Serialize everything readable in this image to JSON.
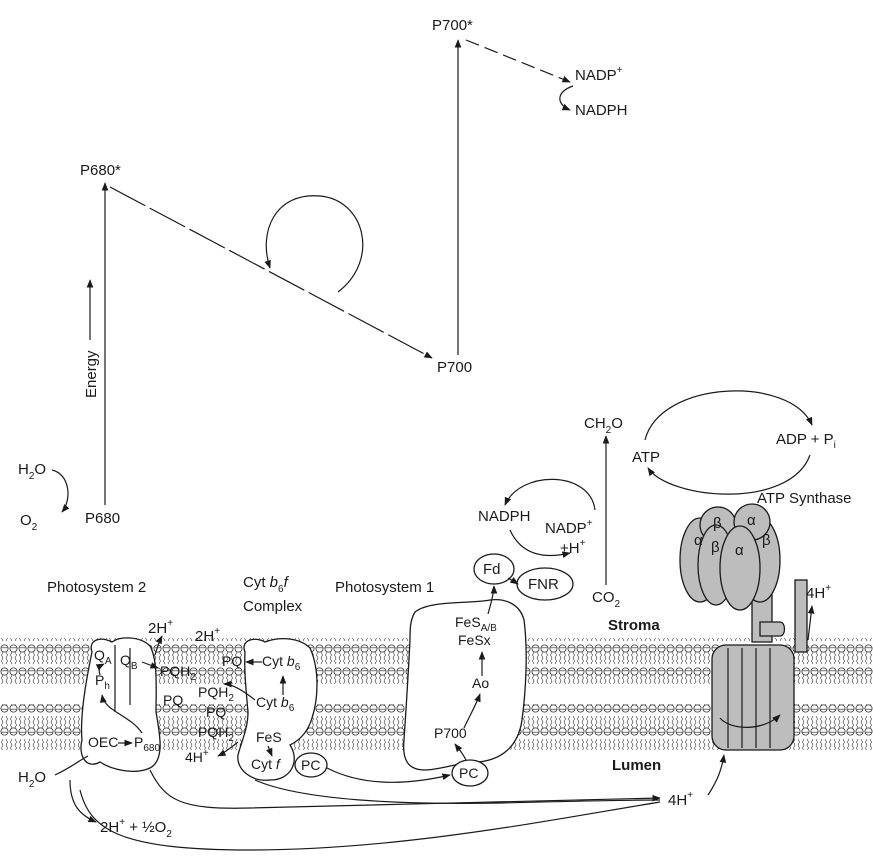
{
  "zscheme": {
    "p700_star": "P700*",
    "nadp_plus": "NADP",
    "nadp_sup": "+",
    "nadph": "NADPH",
    "p680_star": "P680*",
    "energy": "Energy",
    "p700": "P700",
    "h2o_h": "H",
    "h2o_2": "2",
    "h2o_o": "O",
    "o2_o": "O",
    "o2_2": "2",
    "p680": "P680"
  },
  "stroma_side": {
    "ch2o_a": "CH",
    "ch2o_2": "2",
    "ch2o_b": "O",
    "atp": "ATP",
    "adp_pi": "ADP + P",
    "adp_i": "i",
    "nadph": "NADPH",
    "nadp_plus": "NADP",
    "plus": "+",
    "plus_h": "+H",
    "fd": "Fd",
    "fnr": "FNR",
    "co2_a": "CO",
    "co2_2": "2",
    "stroma": "Stroma",
    "lumen": "Lumen",
    "atp_synthase": "ATP Synthase",
    "alpha": "α",
    "beta": "β",
    "four_h": "4H",
    "h_sup": "+"
  },
  "complexes": {
    "ps2": "Photosystem 2",
    "cyt_a": "Cyt ",
    "cyt_b": "b",
    "cyt_6": "6",
    "cyt_f": "f",
    "complex": "Complex",
    "ps1": "Photosystem 1"
  },
  "ps2_detail": {
    "two_h": "2H",
    "plus": "+",
    "qa_q": "Q",
    "qa_a": "A",
    "qb_q": "Q",
    "qb_b": "B",
    "pqh2_a": "PQH",
    "pqh2_2": "2",
    "ph_p": "P",
    "ph_h": "h",
    "pq": "PQ",
    "oec": "OEC",
    "p680_p": "P",
    "p680_sub": "680",
    "h2o_h": "H",
    "h2o_2": "2",
    "h2o_o": "O",
    "products_a": "2H",
    "products_b": " + ",
    "products_half": "½",
    "products_o": "O",
    "products_2": "2"
  },
  "cytb6f_detail": {
    "two_h": "2H",
    "plus": "+",
    "pq": "PQ",
    "cyt_b6_a": "Cyt ",
    "cyt_b6_b": "b",
    "cyt_b6_6": "6",
    "pqh2_a": "PQH",
    "pqh2_2": "2",
    "pq2": "PQ",
    "fes": "FeS",
    "cyt_f_a": "Cyt ",
    "cyt_f_b": "f",
    "four_h": "4H",
    "pc": "PC"
  },
  "ps1_detail": {
    "fes_ab_a": "FeS",
    "fes_ab_sub": "A/B",
    "fesx": "FeSx",
    "ao": "Ao",
    "p700": "P700",
    "pc": "PC"
  },
  "lumen_flow": {
    "four_h": "4H",
    "plus": "+"
  }
}
